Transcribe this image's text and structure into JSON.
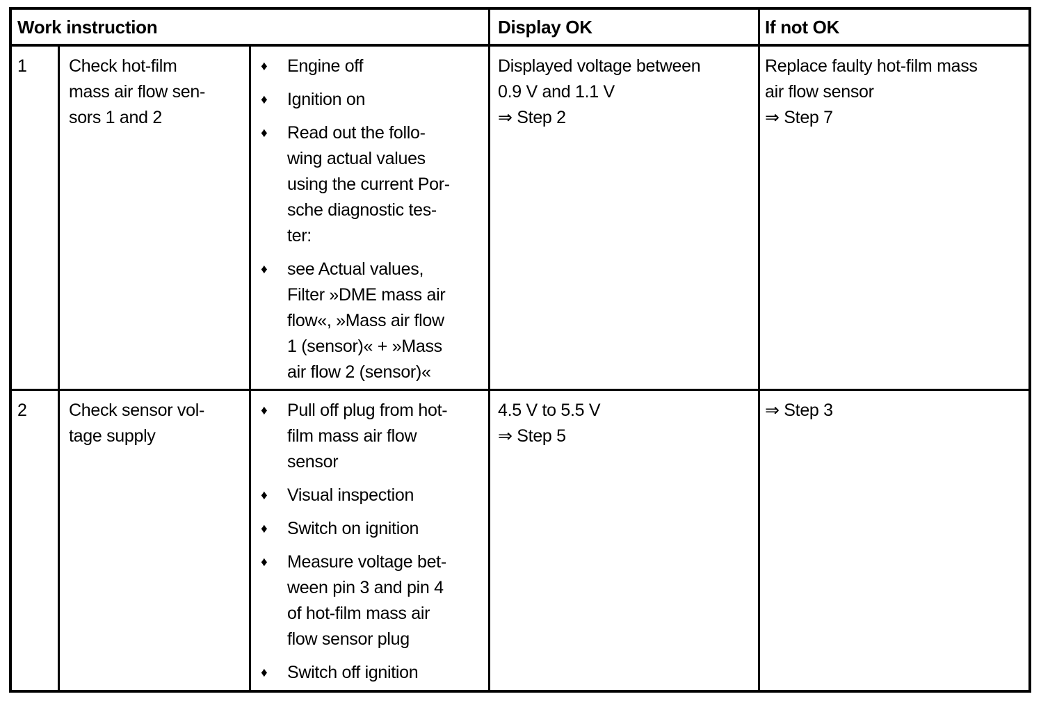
{
  "glyphs": {
    "bullet": "♦"
  },
  "table": {
    "header": {
      "work_instruction": "Work instruction",
      "display_ok": "Display OK",
      "if_not_ok": "If not OK"
    },
    "rows": [
      {
        "step": "1",
        "task": "Check hot-film\nmass air flow sen-\nsors 1 and 2",
        "bullets": [
          "Engine off",
          "Ignition on",
          "Read out the follo-\nwing actual values\nusing the current Por-\nsche diagnostic tes-\nter:",
          "see Actual values,\nFilter »DME mass air\nflow«, »Mass air flow\n1 (sensor)« + »Mass\nair flow 2 (sensor)«"
        ],
        "display_ok": "Displayed voltage between\n0.9 V and 1.1 V\n⇒ Step 2",
        "if_not_ok": "Replace faulty hot-film mass\nair flow sensor\n⇒ Step 7"
      },
      {
        "step": "2",
        "task": "Check sensor vol-\ntage supply",
        "bullets": [
          "Pull off plug from hot-\nfilm mass air flow\nsensor",
          "Visual inspection",
          "Switch on ignition",
          "Measure voltage bet-\nween pin 3 and pin 4\nof hot-film mass air\nflow sensor plug",
          "Switch off ignition"
        ],
        "display_ok": "4.5 V to 5.5 V\n⇒ Step 5",
        "if_not_ok": "⇒ Step 3"
      }
    ]
  }
}
